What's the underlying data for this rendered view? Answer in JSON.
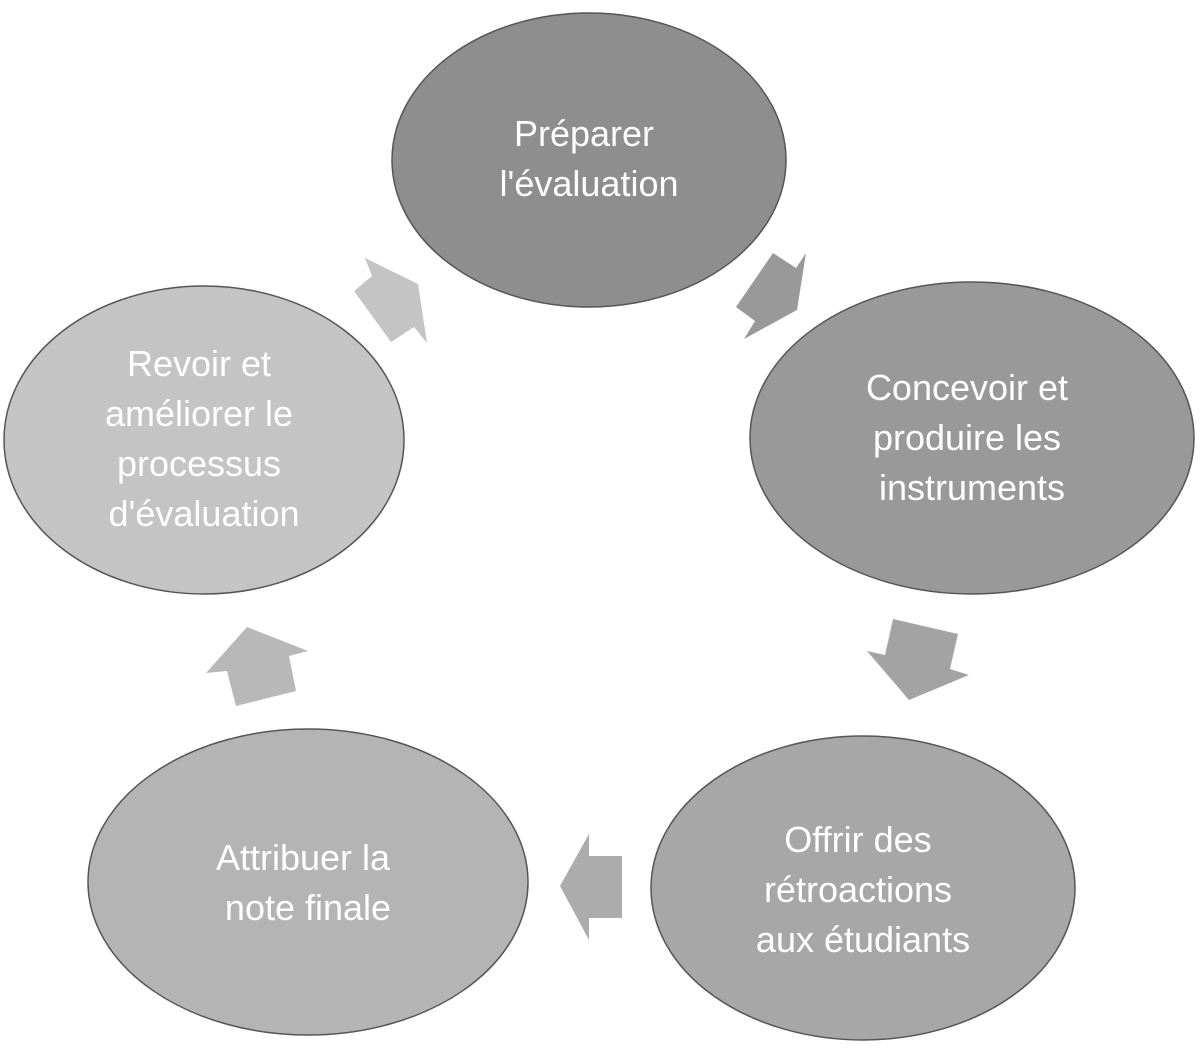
{
  "nodes": [
    {
      "id": "preparer",
      "lines": [
        "Préparer",
        "l'évaluation"
      ],
      "color": "#8e8e8e"
    },
    {
      "id": "concevoir",
      "lines": [
        "Concevoir et",
        "produire les",
        "instruments"
      ],
      "color": "#999999"
    },
    {
      "id": "offrir",
      "lines": [
        "Offrir des",
        "rétroactions",
        "aux étudiants"
      ],
      "color": "#a7a7a7"
    },
    {
      "id": "attribuer",
      "lines": [
        "Attribuer la",
        "note finale"
      ],
      "color": "#b4b4b4"
    },
    {
      "id": "revoir",
      "lines": [
        "Revoir et",
        "améliorer le",
        "processus",
        "d'évaluation"
      ],
      "color": "#c4c4c4"
    }
  ],
  "arrows": [
    {
      "from": "preparer",
      "to": "concevoir",
      "color": "#999999"
    },
    {
      "from": "concevoir",
      "to": "offrir",
      "color": "#a3a3a3"
    },
    {
      "from": "offrir",
      "to": "attribuer",
      "color": "#acacac"
    },
    {
      "from": "attribuer",
      "to": "revoir",
      "color": "#b8b8b8"
    },
    {
      "from": "revoir",
      "to": "preparer",
      "color": "#c4c4c4"
    }
  ]
}
